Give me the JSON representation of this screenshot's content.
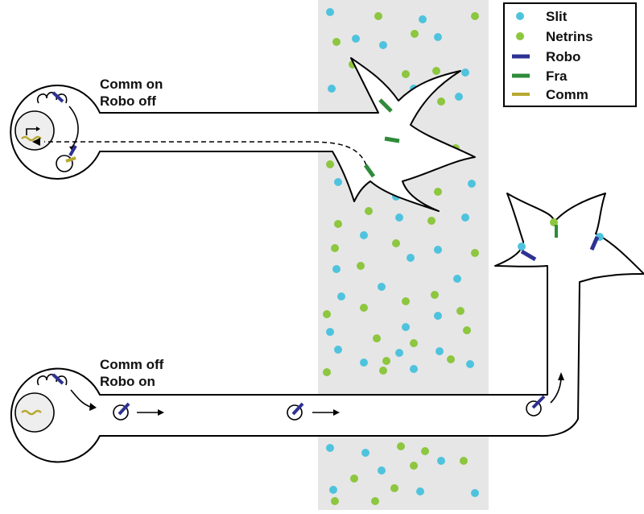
{
  "colors": {
    "midline": "#e6e6e6",
    "slit": "#4fc3dd",
    "netrins": "#8dc63f",
    "robo": "#2e3192",
    "fra": "#2e8b3a",
    "comm": "#b7a830",
    "nucleus": "#eeeeee"
  },
  "legend": {
    "items": [
      {
        "label": "Slit",
        "color_key": "slit",
        "symbol": "dot"
      },
      {
        "label": "Netrins",
        "color_key": "netrins",
        "symbol": "dot"
      },
      {
        "label": "Robo",
        "color_key": "robo",
        "symbol": "bar"
      },
      {
        "label": "Fra",
        "color_key": "fra",
        "symbol": "bar"
      },
      {
        "label": "Comm",
        "color_key": "comm",
        "symbol": "bar"
      }
    ]
  },
  "neurons": {
    "top": {
      "line1": "Comm on",
      "line2": "Robo off"
    },
    "bottom": {
      "line1": "Comm off",
      "line2": "Robo on"
    }
  }
}
